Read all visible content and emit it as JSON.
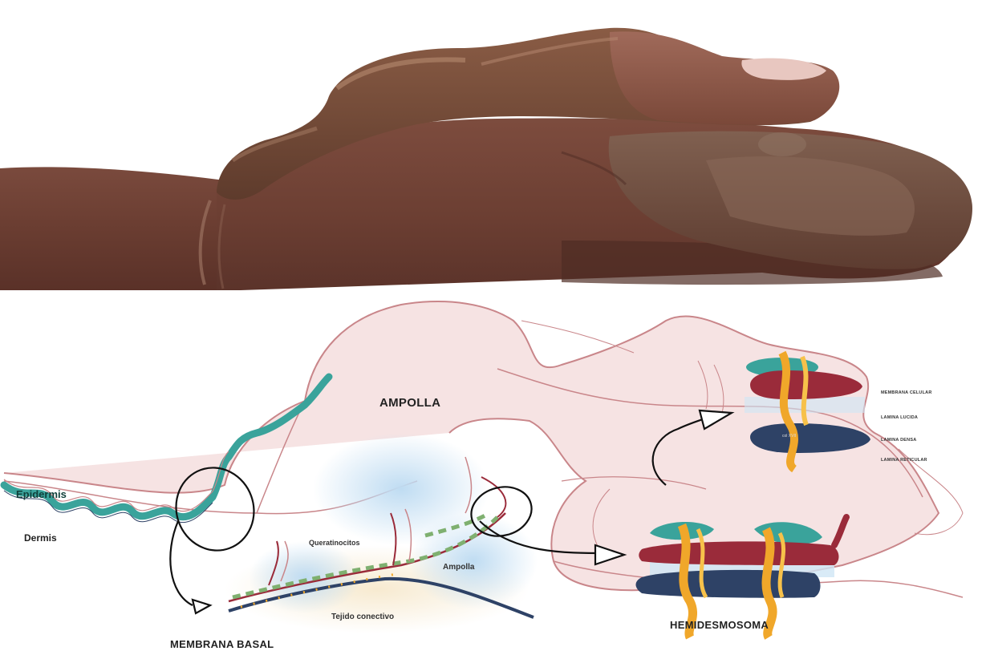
{
  "labels": {
    "ampolla_top": "AMPOLLA",
    "epidermis": "Epidermis",
    "dermis": "Dermis",
    "queratinocitos": "Queratinocitos",
    "ampolla_small": "Ampolla",
    "tejido_conectivo": "Tejido conectivo",
    "membrana_basal": "MEMBRANA BASAL",
    "hemidesmosoma": "HEMIDESMOSOMA"
  },
  "legend": {
    "membrana_celular": "MEMBRANA CELULAR",
    "lamina_lucida": "LAMINA LUCIDA",
    "lamina_densa": "LAMINA DENSA",
    "lamina_reticular": "LAMINA RETICULAR"
  },
  "colors": {
    "skin_dark": "#6b3f33",
    "skin_mid": "#8a5546",
    "skin_light": "#b98470",
    "outline_pink": "#c9868a",
    "fill_pink": "#f6e3e3",
    "teal": "#3aa39b",
    "navy": "#2e4266",
    "maroon": "#9a2b3a",
    "orange": "#f0a72a",
    "light_blue": "#cfe6f5"
  }
}
